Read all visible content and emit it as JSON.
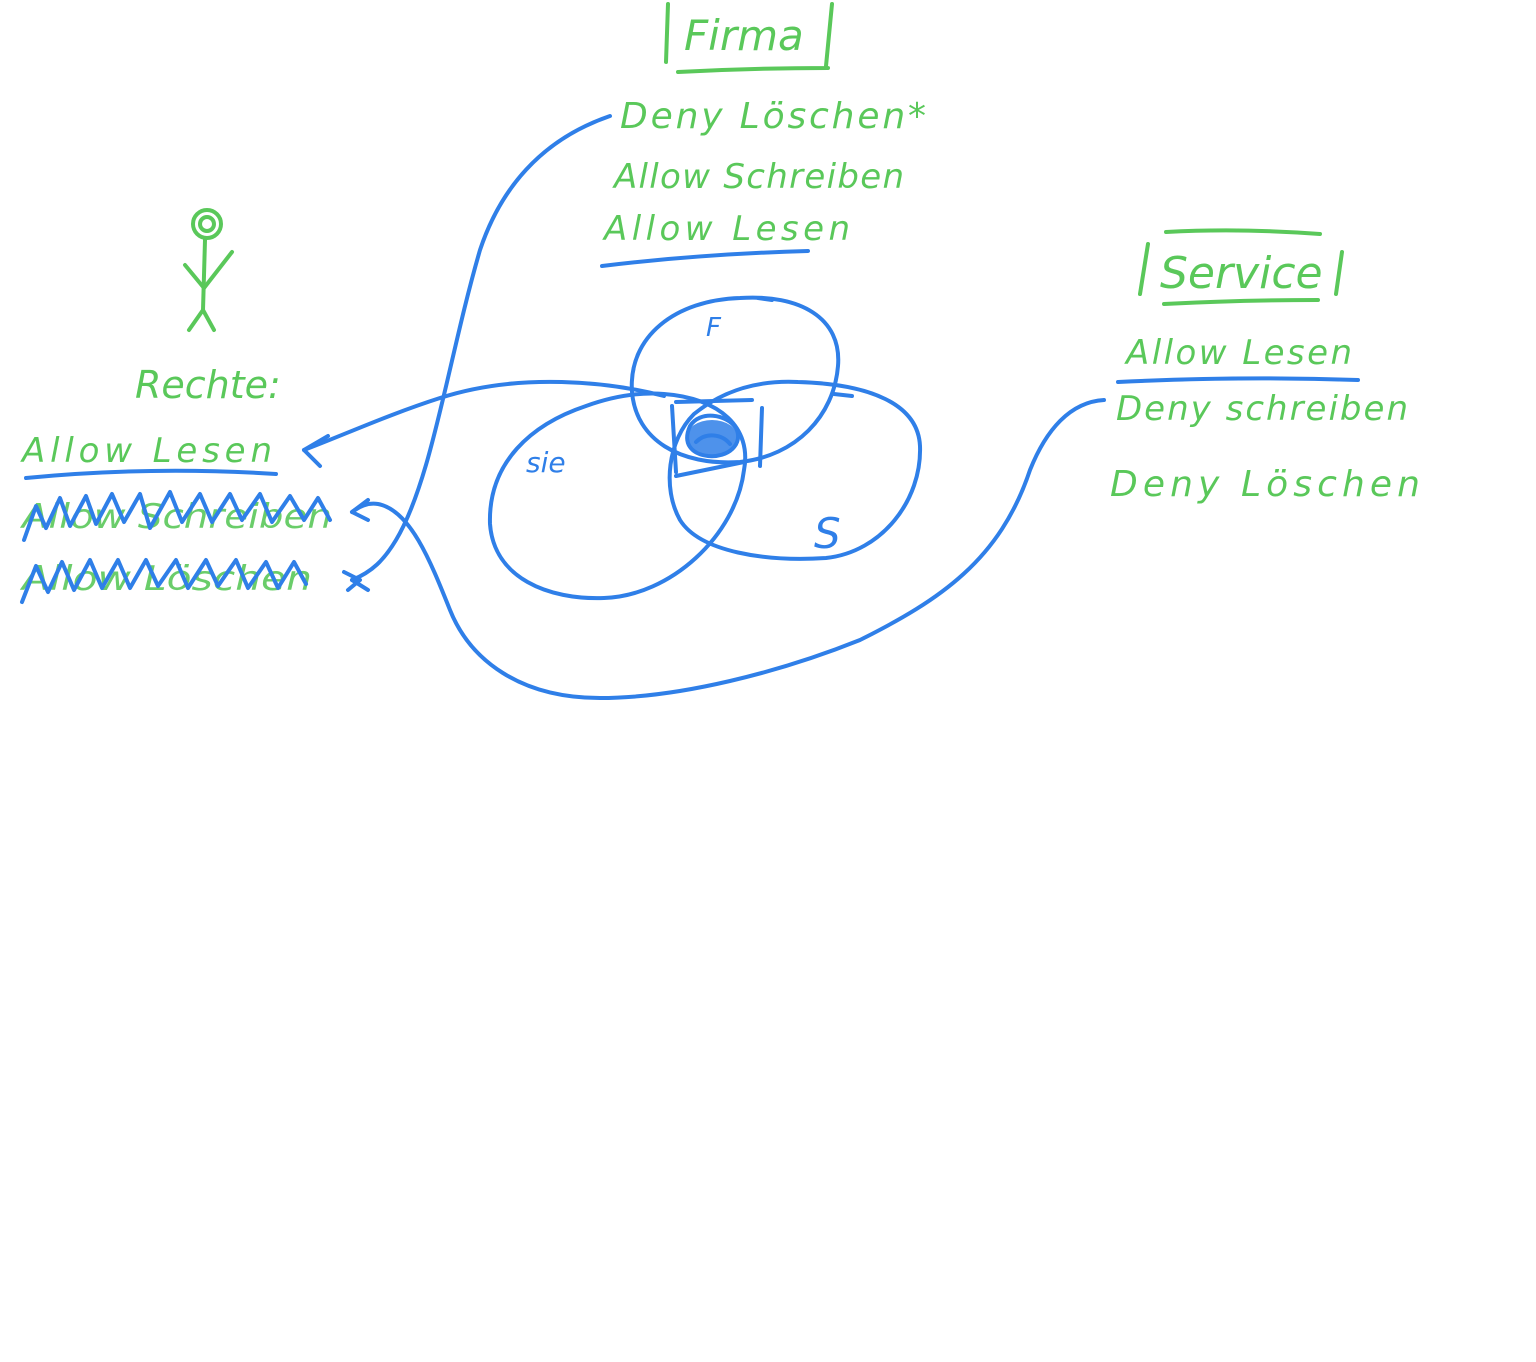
{
  "colors": {
    "ink_green": "#5ac85a",
    "ink_blue": "#2f7fe8",
    "background": "#ffffff"
  },
  "firma": {
    "title": "Firma",
    "rules": [
      "Deny Löschen*",
      "Allow Schreiben",
      "Allow Lesen"
    ]
  },
  "service": {
    "title": "Service",
    "rules": [
      "Allow Lesen",
      "Deny schreiben",
      "Deny Löschen"
    ]
  },
  "user": {
    "icon": "stick-figure-icon",
    "heading": "Rechte:",
    "rules": [
      "Allow Lesen",
      "Allow Schreiben",
      "Allow Löschen"
    ]
  },
  "venn": {
    "label_firma": "F",
    "label_sie": "sie",
    "label_service": "S"
  }
}
